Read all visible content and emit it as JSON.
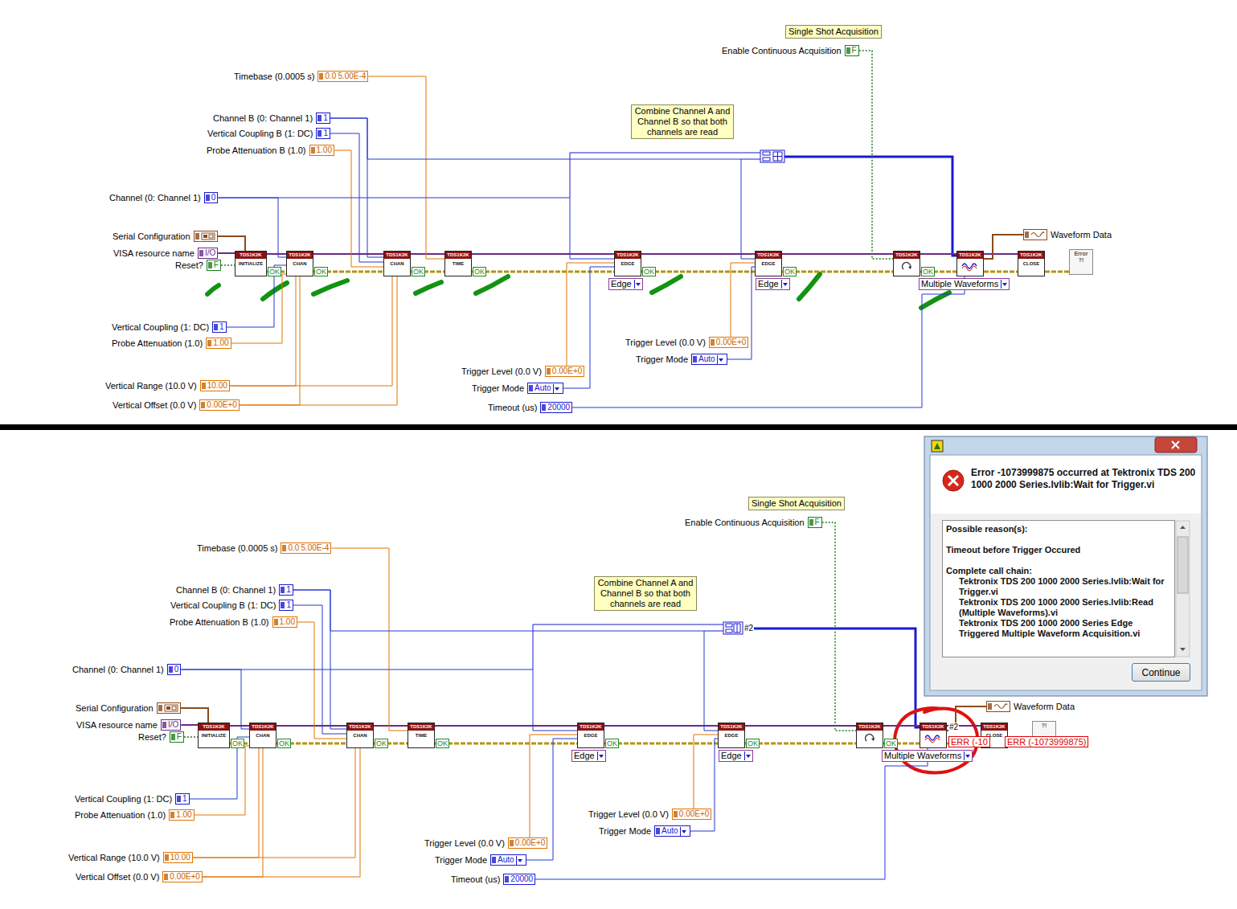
{
  "diagram": {
    "nodes": [
      {
        "text": [
          "Single Shot Acquisition"
        ]
      },
      {
        "text": [
          "Enable Continuous Acquisition",
          "F"
        ]
      },
      {
        "text": [
          "Timebase (0.0005 s)",
          "0.0",
          "5.00E-4"
        ]
      },
      {
        "text": [
          "Combine Channel A and Channel B so that both channels are read"
        ]
      },
      {
        "text": [
          "Channel B (0: Channel 1)",
          "1"
        ]
      },
      {
        "text": [
          "Vertical Coupling B (1: DC)",
          "1"
        ]
      },
      {
        "text": [
          "Probe Attenuation B (1.0)",
          "1.00"
        ]
      },
      {
        "text": [
          "Channel (0: Channel 1)",
          "0"
        ]
      },
      {
        "text": [
          "Serial Configuration"
        ]
      },
      {
        "text": [
          "Waveform Data"
        ]
      },
      {
        "text": [
          "VISA resource name",
          "I/O"
        ]
      },
      {
        "text": [
          "Reset?",
          "F"
        ]
      },
      {
        "text": [
          "TDS1K2K",
          "INITIALIZE"
        ]
      },
      {
        "text": [
          "TDS1K2K",
          "CHAN"
        ]
      },
      {
        "text": [
          "TDS1K2K",
          "CHAN"
        ]
      },
      {
        "text": [
          "TDS1K2K",
          "TIME"
        ]
      },
      {
        "text": [
          "TDS1K2K",
          "EDGE"
        ]
      },
      {
        "text": [
          "TDS1K2K",
          "EDGE"
        ]
      },
      {
        "text": [
          "TDS1K2K"
        ]
      },
      {
        "text": [
          "TDS1K2K"
        ]
      },
      {
        "text": [
          "TDS1K2K",
          "CLOSE"
        ]
      },
      {
        "text": [
          "Error",
          "?!"
        ]
      },
      {
        "text": [
          "Edge"
        ]
      },
      {
        "text": [
          "Edge"
        ]
      },
      {
        "text": [
          "Multiple Waveforms"
        ]
      },
      {
        "text": [
          "Vertical Coupling (1: DC)",
          "1"
        ]
      },
      {
        "text": [
          "Probe Attenuation (1.0)",
          "1.00"
        ]
      },
      {
        "text": [
          "Trigger Level (0.0 V)",
          "0.00E+0"
        ]
      },
      {
        "text": [
          "Trigger Mode",
          "Auto"
        ]
      },
      {
        "text": [
          "Trigger Level (0.0 V)",
          "0.00E+0"
        ]
      },
      {
        "text": [
          "Trigger Mode",
          "Auto"
        ]
      },
      {
        "text": [
          "Vertical Range (10.0 V)",
          "10.00"
        ]
      },
      {
        "text": [
          "Vertical Offset (0.0 V)",
          "0.00E+0"
        ]
      },
      {
        "text": [
          "Timeout (us)",
          "20000"
        ]
      },
      {
        "text": [
          "Single Shot Acquisition"
        ]
      },
      {
        "text": [
          "Enable Continuous Acquisition",
          "F"
        ]
      },
      {
        "text": [
          "Timebase (0.0005 s)",
          "0.0",
          "5.00E-4"
        ]
      },
      {
        "text": [
          "Combine Channel A and Channel B so that both channels are read"
        ]
      },
      {
        "text": [
          "Channel B (0: Channel 1)",
          "1"
        ]
      },
      {
        "text": [
          "Vertical Coupling B (1: DC)",
          "1"
        ]
      },
      {
        "text": [
          "Probe Attenuation B (1.0)",
          "1.00"
        ]
      },
      {
        "text": [
          "Channel (0: Channel 1)",
          "0"
        ]
      },
      {
        "text": [
          "Serial Configuration"
        ]
      },
      {
        "text": [
          "Waveform Data"
        ]
      },
      {
        "text": [
          "VISA resource name",
          "I/O"
        ]
      },
      {
        "text": [
          "Reset?",
          "F"
        ]
      },
      {
        "text": [
          "TDS1K2K",
          "INITIALIZE"
        ]
      },
      {
        "text": [
          "TDS1K2K",
          "CHAN"
        ]
      },
      {
        "text": [
          "TDS1K2K",
          "CHAN"
        ]
      },
      {
        "text": [
          "TDS1K2K",
          "TIME"
        ]
      },
      {
        "text": [
          "TDS1K2K",
          "EDGE"
        ]
      },
      {
        "text": [
          "TDS1K2K",
          "EDGE"
        ]
      },
      {
        "text": [
          "TDS1K2K"
        ]
      },
      {
        "text": [
          "TDS1K2K"
        ]
      },
      {
        "text": [
          "TDS1K2K",
          "CLOSE"
        ]
      },
      {
        "text": [
          "?!"
        ]
      },
      {
        "text": [
          "Edge"
        ]
      },
      {
        "text": [
          "Edge"
        ]
      },
      {
        "text": [
          "Multiple Waveforms"
        ]
      },
      {
        "text": [
          "Vertical Coupling (1: DC)",
          "1"
        ]
      },
      {
        "text": [
          "Probe Attenuation (1.0)",
          "1.00"
        ]
      },
      {
        "text": [
          "Trigger Level (0.0 V)",
          "0.00E+0"
        ]
      },
      {
        "text": [
          "Trigger Mode",
          "Auto"
        ]
      },
      {
        "text": [
          "Trigger Level (0.0 V)",
          "0.00E+0"
        ]
      },
      {
        "text": [
          "Trigger Mode",
          "Auto"
        ]
      },
      {
        "text": [
          "Vertical Range (10.0 V)",
          "10.00"
        ]
      },
      {
        "text": [
          "Vertical Offset (0.0 V)",
          "0.00E+0"
        ]
      },
      {
        "text": [
          "Timeout (us)",
          "20000"
        ]
      },
      {
        "text": [
          "Error -1073999875 occurred at Tektronix TDS 200 1000 2000 Series.lvlib:Wait for Trigger.vi"
        ]
      },
      {
        "text": [
          "Possible reason(s):",
          "Timeout before Trigger Occured",
          "Complete call chain:",
          "Tektronix TDS 200 1000 2000 Series.lvlib:Wait for Trigger.vi",
          "Tektronix TDS 200 1000 2000 Series.lvlib:Read (Multiple Waveforms).vi",
          "Tektronix TDS 200 1000 2000 Series Edge Triggered Multiple Waveform Acquisition.vi"
        ],
        "in": 68
      },
      {
        "text": [
          "Continue"
        ],
        "in": 68
      }
    ],
    "edges": [
      {
        "from": 12,
        "to": 13,
        "arrow": "none"
      },
      {
        "from": 13,
        "to": 14,
        "arrow": "none"
      },
      {
        "from": 14,
        "to": 15,
        "arrow": "none"
      },
      {
        "from": 15,
        "to": 16,
        "arrow": "none"
      },
      {
        "from": 16,
        "to": 17,
        "arrow": "none"
      },
      {
        "from": 17,
        "to": 18,
        "arrow": "none"
      },
      {
        "from": 18,
        "to": 19,
        "arrow": "none"
      },
      {
        "from": 19,
        "to": 20,
        "arrow": "none"
      },
      {
        "from": 12,
        "to": 13,
        "arrow": "none"
      },
      {
        "from": 13,
        "to": 14,
        "arrow": "none"
      },
      {
        "from": 14,
        "to": 15,
        "arrow": "none"
      },
      {
        "from": 15,
        "to": 16,
        "arrow": "none"
      },
      {
        "from": 16,
        "to": 17,
        "arrow": "none"
      },
      {
        "from": 17,
        "to": 18,
        "arrow": "none"
      },
      {
        "from": 18,
        "to": 19,
        "arrow": "none"
      },
      {
        "from": 19,
        "to": 20,
        "arrow": "none"
      },
      {
        "from": 20,
        "to": 21,
        "arrow": "none"
      },
      {
        "from": 8,
        "to": 12,
        "arrow": "none"
      },
      {
        "from": 10,
        "to": 12,
        "arrow": "none"
      },
      {
        "from": 11,
        "to": 12,
        "arrow": "none"
      },
      {
        "from": 7,
        "to": 13,
        "arrow": "none"
      },
      {
        "from": 25,
        "to": 13,
        "arrow": "none"
      },
      {
        "from": 26,
        "to": 13,
        "arrow": "none"
      },
      {
        "from": 31,
        "to": 13,
        "arrow": "none"
      },
      {
        "from": 32,
        "to": 13,
        "arrow": "none"
      },
      {
        "from": 4,
        "to": 14,
        "arrow": "none"
      },
      {
        "from": 5,
        "to": 14,
        "arrow": "none"
      },
      {
        "from": 6,
        "to": 14,
        "arrow": "none"
      },
      {
        "from": 31,
        "to": 14,
        "arrow": "none"
      },
      {
        "from": 32,
        "to": 14,
        "arrow": "none"
      },
      {
        "from": 2,
        "to": 15,
        "arrow": "none"
      },
      {
        "from": 7,
        "to": 16,
        "arrow": "none"
      },
      {
        "from": 29,
        "to": 16,
        "arrow": "none"
      },
      {
        "from": 30,
        "to": 16,
        "arrow": "none"
      },
      {
        "from": 4,
        "to": 17,
        "arrow": "none"
      },
      {
        "from": 27,
        "to": 17,
        "arrow": "none"
      },
      {
        "from": 28,
        "to": 17,
        "arrow": "none"
      },
      {
        "from": 1,
        "to": 18,
        "arrow": "none"
      },
      {
        "from": 33,
        "to": 19,
        "arrow": "none"
      },
      {
        "from": 19,
        "to": 9,
        "arrow": "none"
      },
      {
        "from": 46,
        "to": 47,
        "arrow": "none"
      },
      {
        "from": 47,
        "to": 48,
        "arrow": "none"
      },
      {
        "from": 48,
        "to": 49,
        "arrow": "none"
      },
      {
        "from": 49,
        "to": 50,
        "arrow": "none"
      },
      {
        "from": 50,
        "to": 51,
        "arrow": "none"
      },
      {
        "from": 51,
        "to": 52,
        "arrow": "none"
      },
      {
        "from": 52,
        "to": 53,
        "arrow": "none"
      },
      {
        "from": 53,
        "to": 54,
        "arrow": "none"
      },
      {
        "from": 46,
        "to": 47,
        "arrow": "none"
      },
      {
        "from": 47,
        "to": 48,
        "arrow": "none"
      },
      {
        "from": 48,
        "to": 49,
        "arrow": "none"
      },
      {
        "from": 49,
        "to": 50,
        "arrow": "none"
      },
      {
        "from": 50,
        "to": 51,
        "arrow": "none"
      },
      {
        "from": 51,
        "to": 52,
        "arrow": "none"
      },
      {
        "from": 52,
        "to": 53,
        "arrow": "none"
      },
      {
        "from": 53,
        "to": 54,
        "arrow": "none"
      },
      {
        "from": 54,
        "to": 55,
        "arrow": "none"
      },
      {
        "from": 42,
        "to": 46,
        "arrow": "none"
      },
      {
        "from": 44,
        "to": 46,
        "arrow": "none"
      },
      {
        "from": 45,
        "to": 46,
        "arrow": "none"
      },
      {
        "from": 41,
        "to": 47,
        "arrow": "none"
      },
      {
        "from": 59,
        "to": 47,
        "arrow": "none"
      },
      {
        "from": 60,
        "to": 47,
        "arrow": "none"
      },
      {
        "from": 65,
        "to": 47,
        "arrow": "none"
      },
      {
        "from": 66,
        "to": 47,
        "arrow": "none"
      },
      {
        "from": 38,
        "to": 48,
        "arrow": "none"
      },
      {
        "from": 39,
        "to": 48,
        "arrow": "none"
      },
      {
        "from": 40,
        "to": 48,
        "arrow": "none"
      },
      {
        "from": 65,
        "to": 48,
        "arrow": "none"
      },
      {
        "from": 66,
        "to": 48,
        "arrow": "none"
      },
      {
        "from": 36,
        "to": 49,
        "arrow": "none"
      },
      {
        "from": 41,
        "to": 50,
        "arrow": "none"
      },
      {
        "from": 63,
        "to": 50,
        "arrow": "none"
      },
      {
        "from": 64,
        "to": 50,
        "arrow": "none"
      },
      {
        "from": 38,
        "to": 51,
        "arrow": "none"
      },
      {
        "from": 61,
        "to": 51,
        "arrow": "none"
      },
      {
        "from": 62,
        "to": 51,
        "arrow": "none"
      },
      {
        "from": 35,
        "to": 52,
        "arrow": "none"
      },
      {
        "from": 67,
        "to": 53,
        "arrow": "none"
      },
      {
        "from": 53,
        "to": 43,
        "arrow": "none"
      }
    ],
    "labels": [
      "OK",
      "OK",
      "OK",
      "OK",
      "OK",
      "OK",
      "OK",
      "OK",
      "OK",
      "OK",
      "OK",
      "OK",
      "OK",
      "OK",
      "#2",
      "#2",
      "ERR (-10",
      "ERR (-1073999875)"
    ]
  }
}
